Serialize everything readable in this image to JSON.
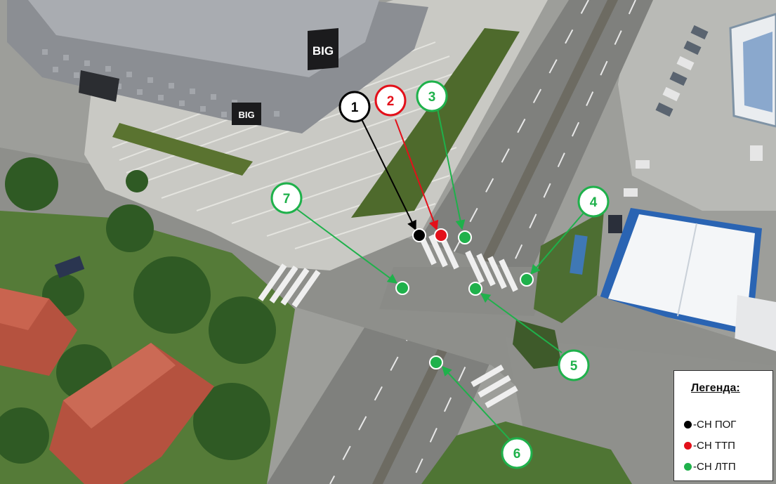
{
  "legend": {
    "title": "Легенда:",
    "entries": [
      {
        "label": "-СН ПОГ",
        "color": "#000000"
      },
      {
        "label": "-СН ТТП",
        "color": "#e3101a"
      },
      {
        "label": "-СН ЛТП",
        "color": "#1fb14b"
      }
    ]
  },
  "map": {
    "building_signs": [
      "BIG",
      "BIG"
    ],
    "markers": [
      {
        "number": "1",
        "type": "ПОГ",
        "color": "#000000"
      },
      {
        "number": "2",
        "type": "ТТП",
        "color": "#e3101a"
      },
      {
        "number": "3",
        "type": "ЛТП",
        "color": "#1fb14b"
      },
      {
        "number": "4",
        "type": "ЛТП",
        "color": "#1fb14b"
      },
      {
        "number": "5",
        "type": "ЛТП",
        "color": "#1fb14b"
      },
      {
        "number": "6",
        "type": "ЛТП",
        "color": "#1fb14b"
      },
      {
        "number": "7",
        "type": "ЛТП",
        "color": "#1fb14b"
      }
    ]
  }
}
